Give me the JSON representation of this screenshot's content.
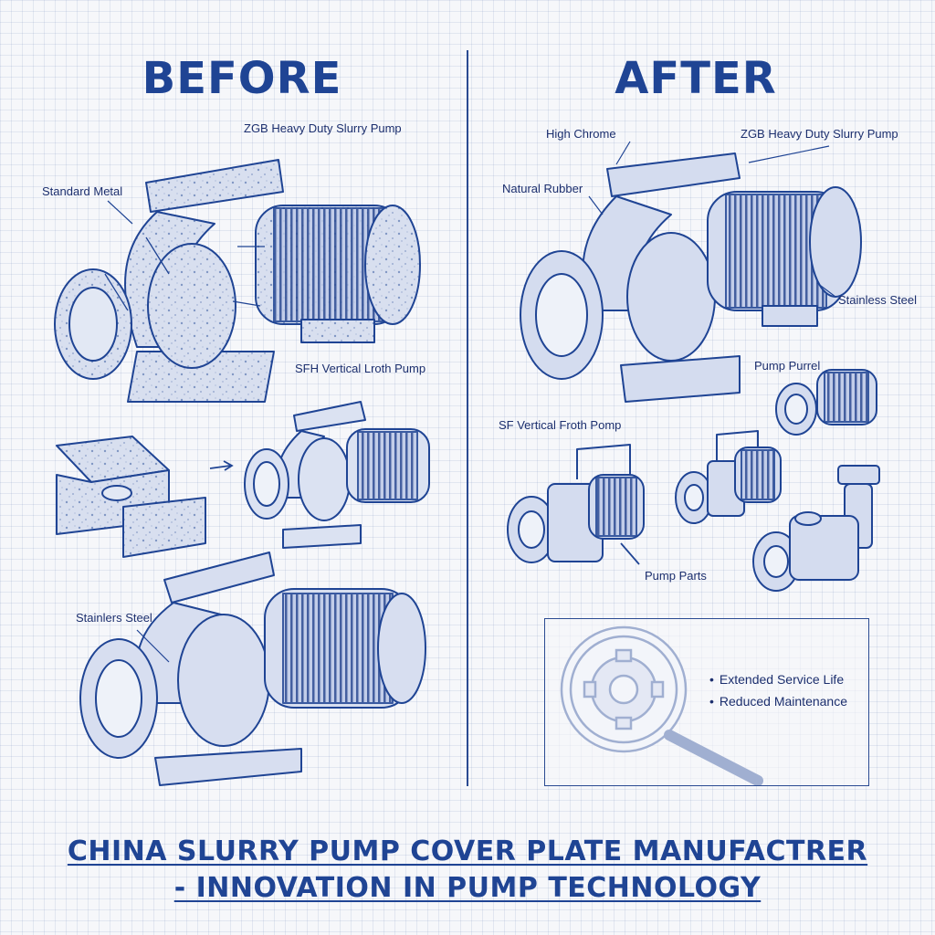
{
  "headings": {
    "before": "BEFORE",
    "after": "AFTER"
  },
  "before_labels": {
    "zgb_pump": "ZGB Heavy Duty Slurry Pump",
    "standard_metal": "Standard Metal",
    "sf_vertical": "SFH Vertical Lroth Pump",
    "stainless": "Stainlers Steel"
  },
  "after_labels": {
    "high_chrome": "High Chrome",
    "zgb_pump": "ZGB Heavy Duty Slurry Pump",
    "natural_rubber": "Natural Rubber",
    "stainless": "Stainless Steel",
    "pump_purrel": "Pump Purrel",
    "sf_vertical": "SF Vertical Froth Pomp",
    "pump_parts": "Pump Parts"
  },
  "benefits": [
    "Extended Service Life",
    "Reduced Maintenance"
  ],
  "footer": {
    "line1": "CHINA SLURRY PUMP COVER PLATE MANUFACTRER",
    "line2": "- INNOVATION IN PUMP TECHNOLOGY"
  },
  "colors": {
    "ink": "#1f4494",
    "fill": "#d4dcef",
    "paper": "#f6f7fa"
  }
}
